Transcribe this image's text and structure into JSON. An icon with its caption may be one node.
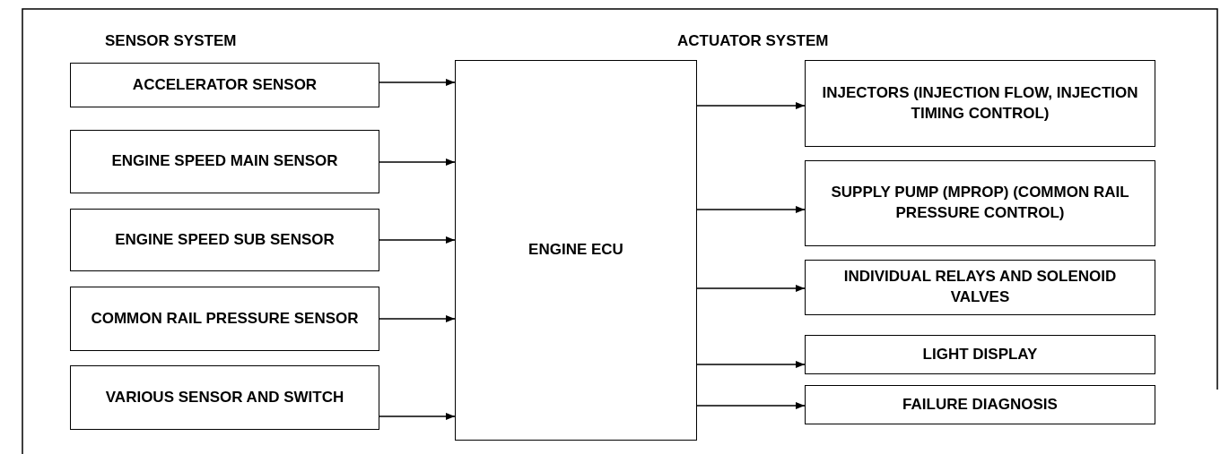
{
  "diagram": {
    "nodes": [
      {
        "text": [
          "ACCELERATOR SENSOR"
        ]
      },
      {
        "text": [
          "ENGINE SPEED MAIN SENSOR"
        ]
      },
      {
        "text": [
          "ENGINE SPEED SUB SENSOR"
        ]
      },
      {
        "text": [
          "COMMON RAIL PRESSURE SENSOR"
        ]
      },
      {
        "text": [
          "VARIOUS SENSOR AND SWITCH"
        ]
      },
      {
        "text": [
          "ENGINE ECU"
        ]
      },
      {
        "text": [
          "INJECTORS (INJECTION FLOW, INJECTION TIMING CONTROL)"
        ]
      },
      {
        "text": [
          "SUPPLY PUMP (MPROP) (COMMON RAIL PRESSURE CONTROL)"
        ]
      },
      {
        "text": [
          "INDIVIDUAL RELAYS AND SOLENOID VALVES"
        ]
      },
      {
        "text": [
          "LIGHT DISPLAY"
        ]
      },
      {
        "text": [
          "FAILURE DIAGNOSIS"
        ]
      }
    ],
    "edges": [
      {
        "from": 0,
        "to": 5,
        "arrow": "to"
      },
      {
        "from": 1,
        "to": 5,
        "arrow": "to"
      },
      {
        "from": 2,
        "to": 5,
        "arrow": "to"
      },
      {
        "from": 3,
        "to": 5,
        "arrow": "to"
      },
      {
        "from": 4,
        "to": 5,
        "arrow": "to"
      },
      {
        "from": 5,
        "to": 6,
        "arrow": "to"
      },
      {
        "from": 5,
        "to": 7,
        "arrow": "to"
      },
      {
        "from": 5,
        "to": 8,
        "arrow": "to"
      },
      {
        "from": 5,
        "to": 9,
        "arrow": "to"
      },
      {
        "from": 5,
        "to": 10,
        "arrow": "to"
      }
    ],
    "labels": [
      "SENSOR SYSTEM",
      "ACTUATOR SYSTEM"
    ]
  }
}
